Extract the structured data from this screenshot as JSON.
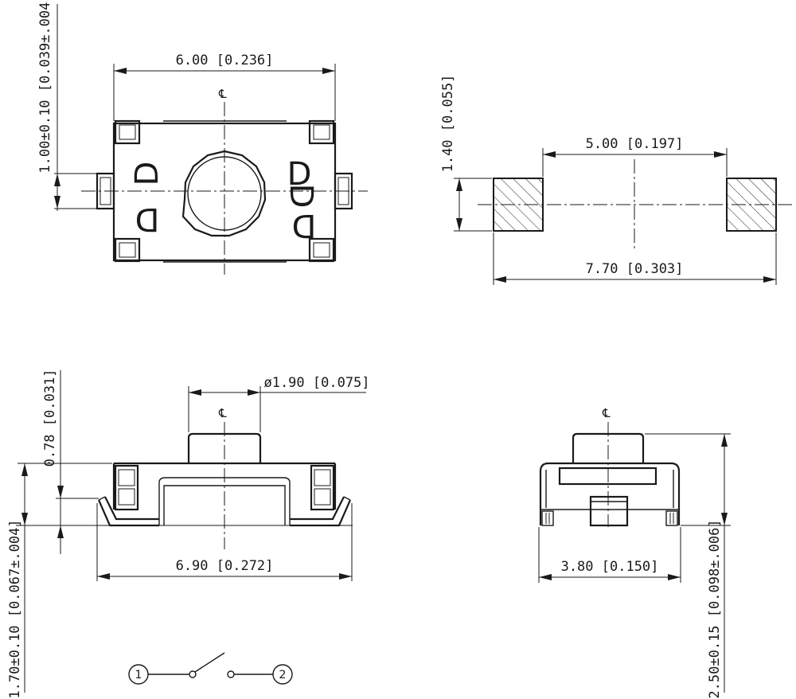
{
  "top_view": {
    "width_dim": "6.00 [0.236]",
    "lead_width_dim": "1.00±0.10 [0.039±.004]",
    "centerline": "℄",
    "marking_left": "D",
    "marking_right": "D"
  },
  "footprint": {
    "pad_gap_dim": "5.00 [0.197]",
    "pad_height_dim": "1.40 [0.055]",
    "overall_dim": "7.70 [0.303]"
  },
  "front_view": {
    "actuator_dia_dim": "ø1.90 [0.075]",
    "actuator_height_dim": "0.78 [0.031]",
    "body_height_dim": "1.70±0.10 [0.067±.004]",
    "overall_width_dim": "6.90 [0.272]",
    "centerline": "℄"
  },
  "side_view": {
    "width_dim": "3.80 [0.150]",
    "height_dim": "2.50±0.15 [0.098±.006]",
    "centerline": "℄"
  },
  "schematic": {
    "pin1": "1",
    "pin2": "2"
  }
}
